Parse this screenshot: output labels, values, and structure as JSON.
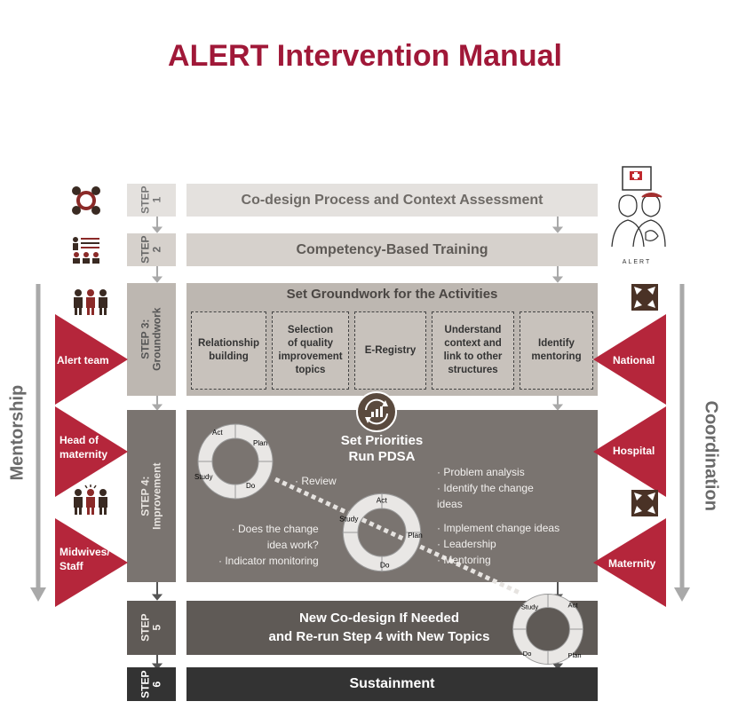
{
  "title": "ALERT Intervention Manual",
  "side_labels": {
    "left": "Mentorship",
    "right": "Coordination"
  },
  "steps": [
    {
      "label": "STEP\n1",
      "bar": "Co-design Process and Context Assessment"
    },
    {
      "label": "STEP\n2",
      "bar": "Competency-Based Training"
    },
    {
      "label": "STEP 3:\nGroundwork",
      "bar": "Set Groundwork for the Activities"
    },
    {
      "label": "STEP 4:\nImprovement",
      "bar": "Set Priorities\nRun PDSA"
    },
    {
      "label": "STEP\n5",
      "bar": "New Co-design If Needed\nand Re-run Step 4 with New Topics"
    },
    {
      "label": "STEP\n6",
      "bar": "Sustainment"
    }
  ],
  "groundwork_items": [
    "Relationship\nbuilding",
    "Selection\nof quality\nimprovement\ntopics",
    "E-Registry",
    "Understand\ncontext and\nlink to other\nstructures",
    "Identify\nmentoring"
  ],
  "left_roles": [
    "Alert team",
    "Head of\nmaternity",
    "Midwives/\nStaff"
  ],
  "right_roles": [
    "National",
    "Hospital",
    "Maternity"
  ],
  "improvement_notes": {
    "review": "· Review",
    "check": "· Does the change\nidea work?\n· Indicator monitoring",
    "plan": "· Problem analysis\n· Identify the change\nideas",
    "do": "· Implement change ideas\n· Leadership\n· Mentoring"
  },
  "pdsa": {
    "act": "Act",
    "plan": "Plan",
    "do": "Do",
    "study": "Study"
  },
  "alert_logo_text": "ALERT",
  "colors": {
    "title": "#a01838",
    "role_red": "#b5263b",
    "step_gray_light": "#e4e1de",
    "step_gray_mid": "#c8c2bc",
    "step_gray_dark": "#7a7470",
    "step_gray_darker": "#5f5a56",
    "step_black": "#333333"
  }
}
